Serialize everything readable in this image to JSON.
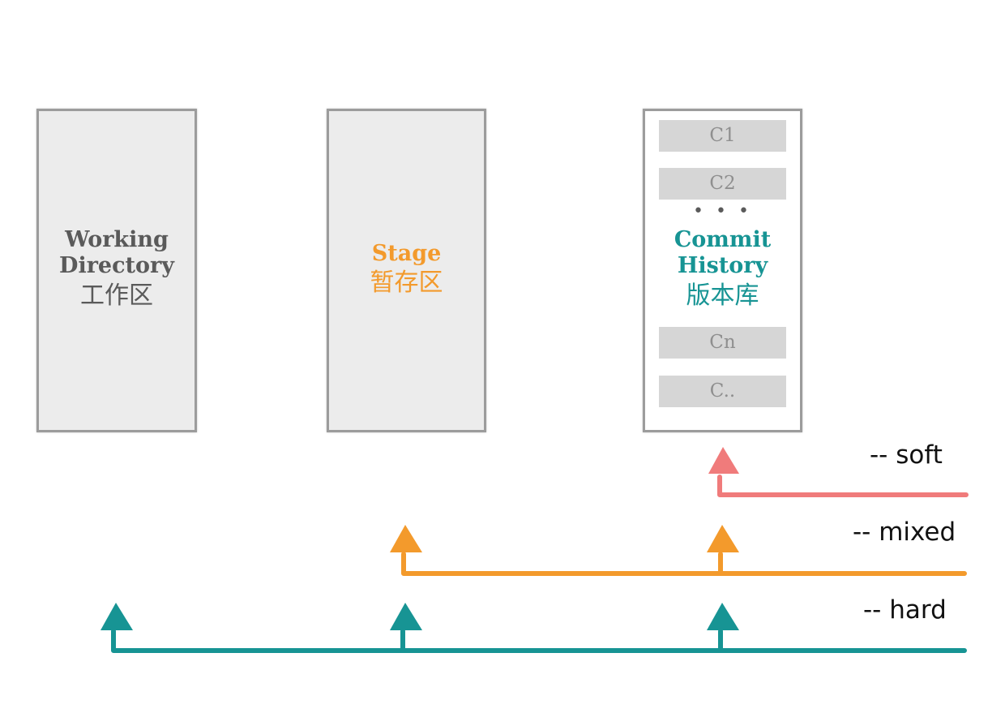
{
  "areas": {
    "working_directory": {
      "en_line1": "Working",
      "en_line2": "Directory",
      "zh": "工作区"
    },
    "stage": {
      "en": "Stage",
      "zh": "暂存区"
    },
    "commit_history": {
      "en_line1": "Commit",
      "en_line2": "History",
      "zh": "版本库",
      "commits": [
        "C1",
        "C2",
        "Cn",
        "C.."
      ],
      "ellipsis": "• • •"
    }
  },
  "modes": {
    "soft": {
      "label": "-- soft",
      "color": "#f07b7b"
    },
    "mixed": {
      "label": "-- mixed",
      "color": "#f39a2c"
    },
    "hard": {
      "label": "-- hard",
      "color": "#179494"
    }
  },
  "colors": {
    "working_directory_text": "#5a5a5a",
    "stage_text": "#f39a2c",
    "history_text": "#179494"
  }
}
